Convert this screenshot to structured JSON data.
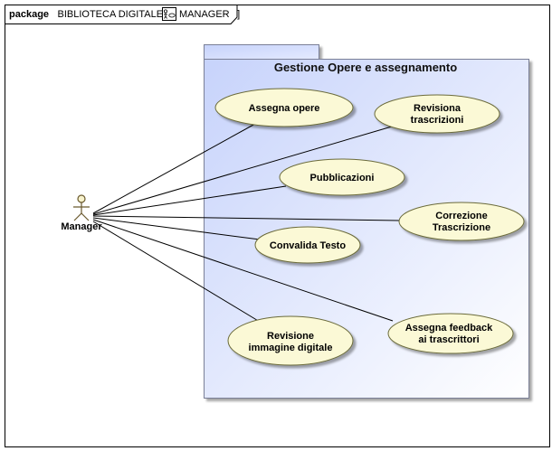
{
  "frame": {
    "keyword": "package",
    "name": "BIBLIOTECA DIGITALE",
    "bracket_open": "[",
    "diagram_name": "MANAGER",
    "bracket_close": "]",
    "diagram_icon": "use-case-diagram-icon"
  },
  "system": {
    "title": "Gestione Opere  e assegnamento"
  },
  "actor": {
    "name": "Manager",
    "icon": "stick-figure-actor-icon"
  },
  "use_cases": [
    {
      "id": "assegna-opere",
      "lines": [
        "Assegna opere"
      ]
    },
    {
      "id": "revisiona-trascrizioni",
      "lines": [
        "Revisiona",
        "trascrizioni"
      ]
    },
    {
      "id": "pubblicazioni",
      "lines": [
        "Pubblicazioni"
      ]
    },
    {
      "id": "correzione-trascrizione",
      "lines": [
        "Correzione",
        "Trascrizione"
      ]
    },
    {
      "id": "convalida-testo",
      "lines": [
        "Convalida Testo"
      ]
    },
    {
      "id": "assegna-feedback",
      "lines": [
        "Assegna feedback",
        "ai trascrittori"
      ]
    },
    {
      "id": "revisione-immagine",
      "lines": [
        "Revisione",
        "immagine digitale"
      ]
    }
  ],
  "colors": {
    "usecase_fill": "#fbf9d6",
    "usecase_stroke": "#6b6b3a",
    "system_fill_top": "#cdd9ff",
    "system_fill_bottom": "#ffffff",
    "system_stroke": "#7a7f96",
    "line": "#000000"
  }
}
